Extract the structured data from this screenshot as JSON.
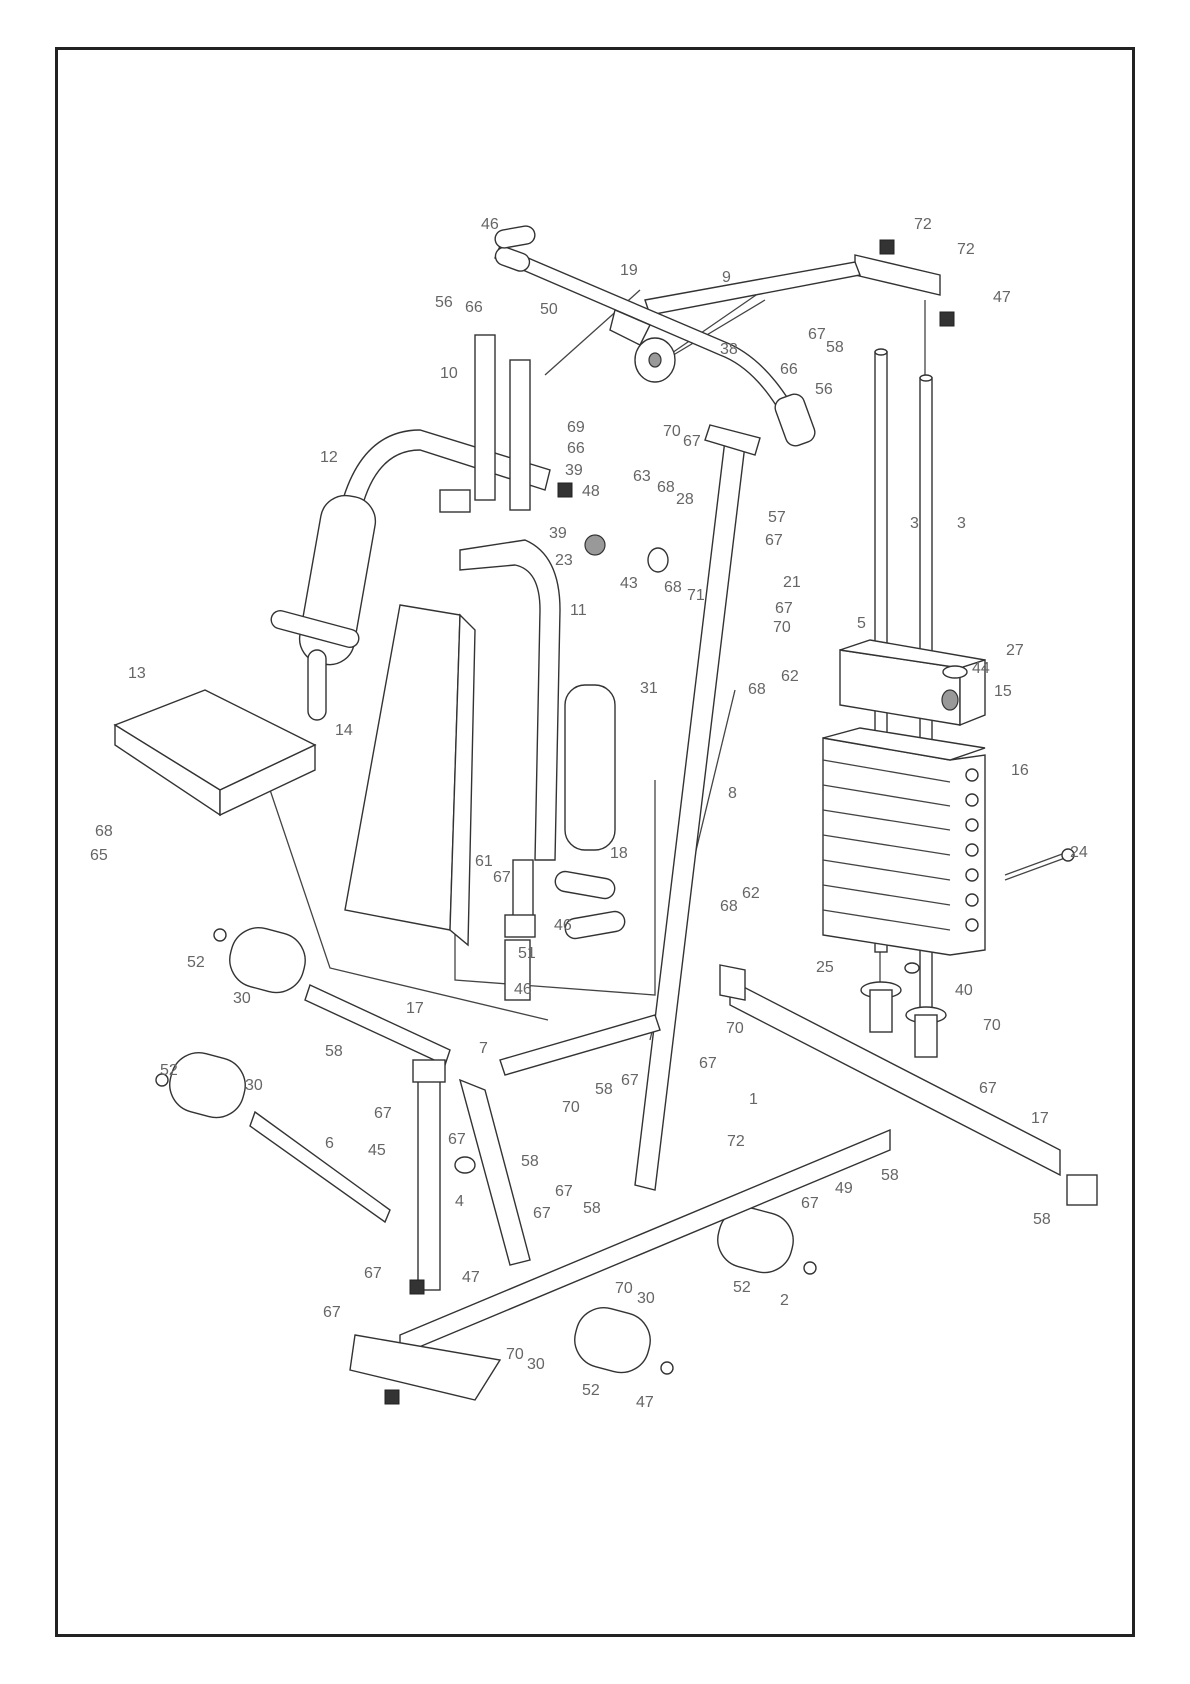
{
  "diagram": {
    "labels": [
      {
        "id": "46",
        "text": "46"
      },
      {
        "id": "19",
        "text": "19"
      },
      {
        "id": "9",
        "text": "9"
      },
      {
        "id": "72a",
        "text": "72"
      },
      {
        "id": "72b",
        "text": "72"
      },
      {
        "id": "47a",
        "text": "47"
      },
      {
        "id": "56a",
        "text": "56"
      },
      {
        "id": "66a",
        "text": "66"
      },
      {
        "id": "50",
        "text": "50"
      },
      {
        "id": "67a",
        "text": "67"
      },
      {
        "id": "58a",
        "text": "58"
      },
      {
        "id": "38",
        "text": "38"
      },
      {
        "id": "66b",
        "text": "66"
      },
      {
        "id": "56b",
        "text": "56"
      },
      {
        "id": "10",
        "text": "10"
      },
      {
        "id": "69",
        "text": "69"
      },
      {
        "id": "66c",
        "text": "66"
      },
      {
        "id": "39a",
        "text": "39"
      },
      {
        "id": "70a",
        "text": "70"
      },
      {
        "id": "67b",
        "text": "67"
      },
      {
        "id": "12",
        "text": "12"
      },
      {
        "id": "48",
        "text": "48"
      },
      {
        "id": "63",
        "text": "63"
      },
      {
        "id": "68a",
        "text": "68"
      },
      {
        "id": "28",
        "text": "28"
      },
      {
        "id": "39b",
        "text": "39"
      },
      {
        "id": "57",
        "text": "57"
      },
      {
        "id": "67c",
        "text": "67"
      },
      {
        "id": "23",
        "text": "23"
      },
      {
        "id": "43",
        "text": "43"
      },
      {
        "id": "68b",
        "text": "68"
      },
      {
        "id": "71",
        "text": "71"
      },
      {
        "id": "21",
        "text": "21"
      },
      {
        "id": "3a",
        "text": "3"
      },
      {
        "id": "3b",
        "text": "3"
      },
      {
        "id": "11",
        "text": "11"
      },
      {
        "id": "67d",
        "text": "67"
      },
      {
        "id": "70b",
        "text": "70"
      },
      {
        "id": "5",
        "text": "5"
      },
      {
        "id": "27",
        "text": "27"
      },
      {
        "id": "44",
        "text": "44"
      },
      {
        "id": "13",
        "text": "13"
      },
      {
        "id": "31",
        "text": "31"
      },
      {
        "id": "62a",
        "text": "62"
      },
      {
        "id": "68c",
        "text": "68"
      },
      {
        "id": "15",
        "text": "15"
      },
      {
        "id": "14",
        "text": "14"
      },
      {
        "id": "16",
        "text": "16"
      },
      {
        "id": "8",
        "text": "8"
      },
      {
        "id": "68d",
        "text": "68"
      },
      {
        "id": "65",
        "text": "65"
      },
      {
        "id": "61",
        "text": "61"
      },
      {
        "id": "67e",
        "text": "67"
      },
      {
        "id": "18",
        "text": "18"
      },
      {
        "id": "24",
        "text": "24"
      },
      {
        "id": "62b",
        "text": "62"
      },
      {
        "id": "68e",
        "text": "68"
      },
      {
        "id": "46b",
        "text": "46"
      },
      {
        "id": "51",
        "text": "51"
      },
      {
        "id": "52a",
        "text": "52"
      },
      {
        "id": "46c",
        "text": "46"
      },
      {
        "id": "25",
        "text": "25"
      },
      {
        "id": "40",
        "text": "40"
      },
      {
        "id": "30a",
        "text": "30"
      },
      {
        "id": "17a",
        "text": "17"
      },
      {
        "id": "70c",
        "text": "70"
      },
      {
        "id": "58b",
        "text": "58"
      },
      {
        "id": "7",
        "text": "7"
      },
      {
        "id": "67f",
        "text": "67"
      },
      {
        "id": "70d",
        "text": "70"
      },
      {
        "id": "52b",
        "text": "52"
      },
      {
        "id": "30b",
        "text": "30"
      },
      {
        "id": "67g",
        "text": "67"
      },
      {
        "id": "58c",
        "text": "58"
      },
      {
        "id": "67h",
        "text": "67"
      },
      {
        "id": "67i",
        "text": "67"
      },
      {
        "id": "70e",
        "text": "70"
      },
      {
        "id": "1",
        "text": "1"
      },
      {
        "id": "17b",
        "text": "17"
      },
      {
        "id": "6",
        "text": "6"
      },
      {
        "id": "45",
        "text": "45"
      },
      {
        "id": "67j",
        "text": "67"
      },
      {
        "id": "58d",
        "text": "58"
      },
      {
        "id": "72c",
        "text": "72"
      },
      {
        "id": "58e",
        "text": "58"
      },
      {
        "id": "67k",
        "text": "67"
      },
      {
        "id": "58f",
        "text": "58"
      },
      {
        "id": "67l",
        "text": "67"
      },
      {
        "id": "49",
        "text": "49"
      },
      {
        "id": "58g",
        "text": "58"
      },
      {
        "id": "4",
        "text": "4"
      },
      {
        "id": "67m",
        "text": "67"
      },
      {
        "id": "47b",
        "text": "47"
      },
      {
        "id": "67n",
        "text": "67"
      },
      {
        "id": "70f",
        "text": "70"
      },
      {
        "id": "30c",
        "text": "30"
      },
      {
        "id": "52c",
        "text": "52"
      },
      {
        "id": "2",
        "text": "2"
      },
      {
        "id": "67o",
        "text": "67"
      },
      {
        "id": "70g",
        "text": "70"
      },
      {
        "id": "30d",
        "text": "30"
      },
      {
        "id": "52d",
        "text": "52"
      },
      {
        "id": "47c",
        "text": "47"
      }
    ]
  }
}
